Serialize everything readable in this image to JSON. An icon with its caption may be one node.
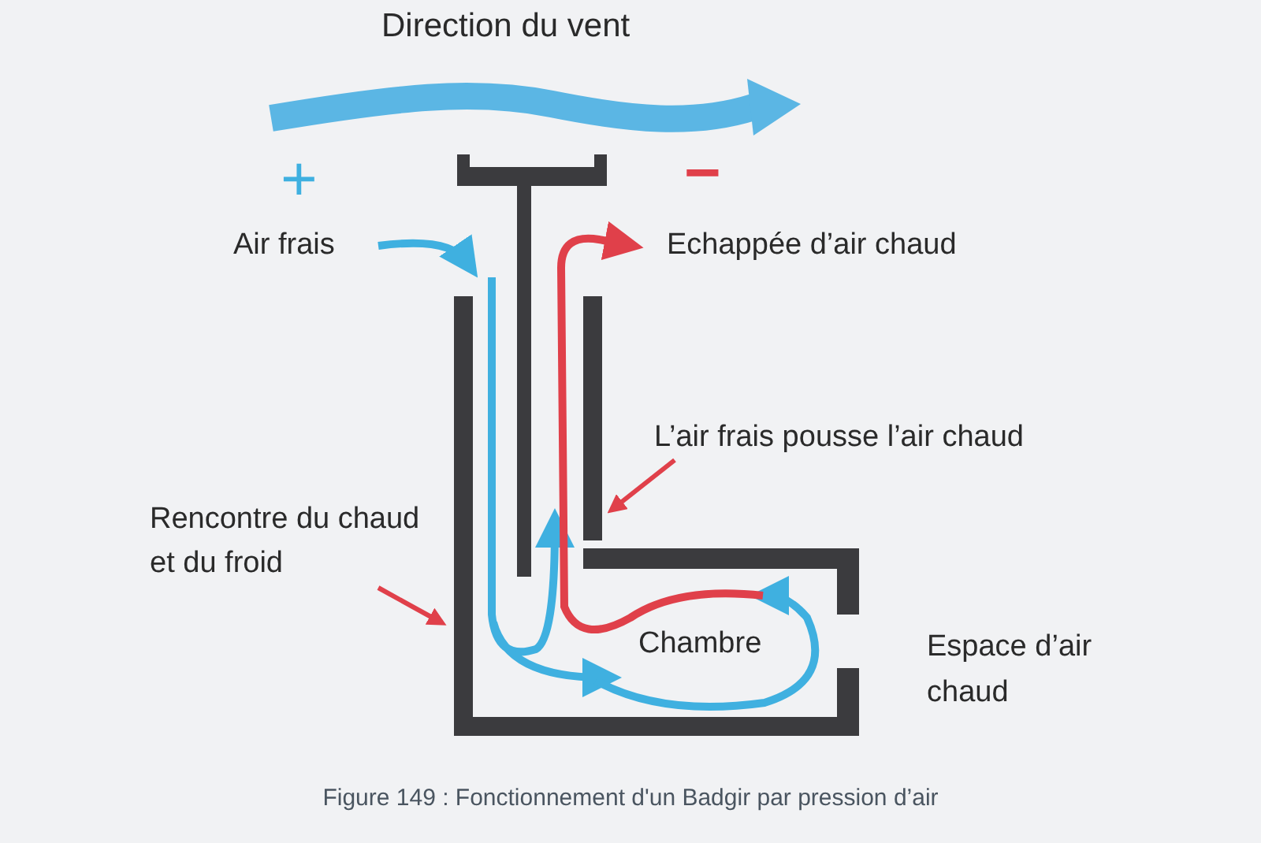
{
  "diagram": {
    "caption": "Figure 149 : Fonctionnement d'un Badgir par pression d’air",
    "nodes": [
      {
        "text": [
          "L’air frais pousse l’air chaud"
        ]
      },
      {
        "text": [
          "Rencontre du chaud et du froid"
        ]
      }
    ],
    "edges": [
      {
        "from": 0,
        "to": null,
        "arrow": "to",
        "color": "#e0404a"
      },
      {
        "from": 1,
        "to": null,
        "arrow": "to",
        "color": "#e0404a"
      }
    ],
    "labels": [
      "Direction du vent",
      "+",
      "−",
      "Air frais",
      "Echappée d’air chaud",
      "Chambre",
      "Espace d’air chaud"
    ]
  }
}
